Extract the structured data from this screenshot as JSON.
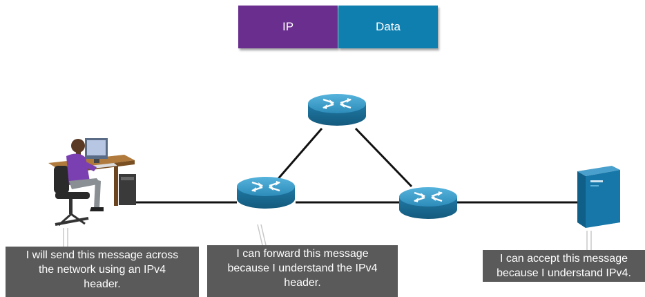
{
  "packet": {
    "segments": [
      {
        "label": "IP",
        "color": "#6a2e8e"
      },
      {
        "label": "Data",
        "color": "#0f7fb0"
      }
    ]
  },
  "colors": {
    "router_top": "#3a9ac4",
    "router_side": "#1d6f96",
    "link": "#111111",
    "server": "#1677a8",
    "callout_bg": "#5a5a5a"
  },
  "icons": [
    "pc-user-icon",
    "router-icon",
    "server-icon"
  ],
  "callouts": {
    "sender": [
      "I will send this message across",
      "the network using an IPv4",
      "header."
    ],
    "router": [
      "I can forward this message",
      "because I understand the IPv4",
      "header."
    ],
    "receiver": [
      "I can accept this message",
      "because I understand IPv4."
    ]
  }
}
